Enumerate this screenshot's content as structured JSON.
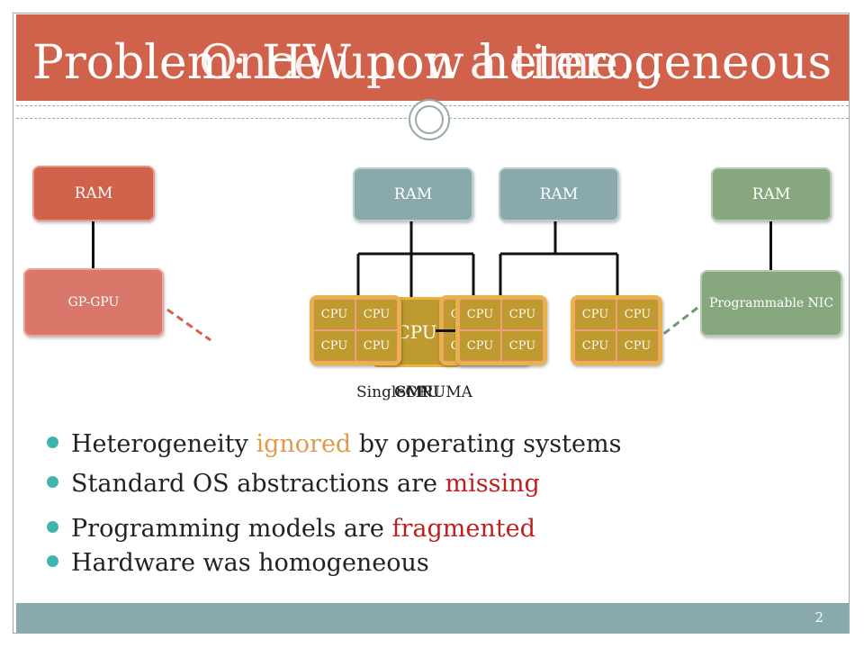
{
  "title": {
    "main": "Problem: HW now heterogeneous",
    "overlay": "Once upon a time…"
  },
  "diagram": {
    "ram_label": "RAM",
    "gpu_label": "GP-GPU",
    "nic_label": "Programmable NIC",
    "cpu_label": "CPU",
    "caption_layers": [
      "SingleCPU",
      "CMP",
      "SMP",
      "NUMA"
    ]
  },
  "bullets": [
    {
      "before": "Heterogeneity ",
      "highlight": "ignored",
      "after": " by operating systems"
    },
    {
      "before": "Standard OS abstractions are ",
      "highlight": "missing",
      "after": ""
    },
    {
      "before": "Programming models are ",
      "highlight": "fragmented",
      "after": ""
    },
    {
      "before": "Hardware was homogeneous",
      "highlight": "",
      "after": ""
    }
  ],
  "page_number": "2",
  "colors": {
    "title_band": "#d0624b",
    "ram_gray": "#8aa9ad",
    "ram_green": "#87a77e",
    "cpu_gold": "#bf9a2f",
    "ignored_orange": "#e09a4a",
    "emphasis_red": "#c01f1f"
  }
}
